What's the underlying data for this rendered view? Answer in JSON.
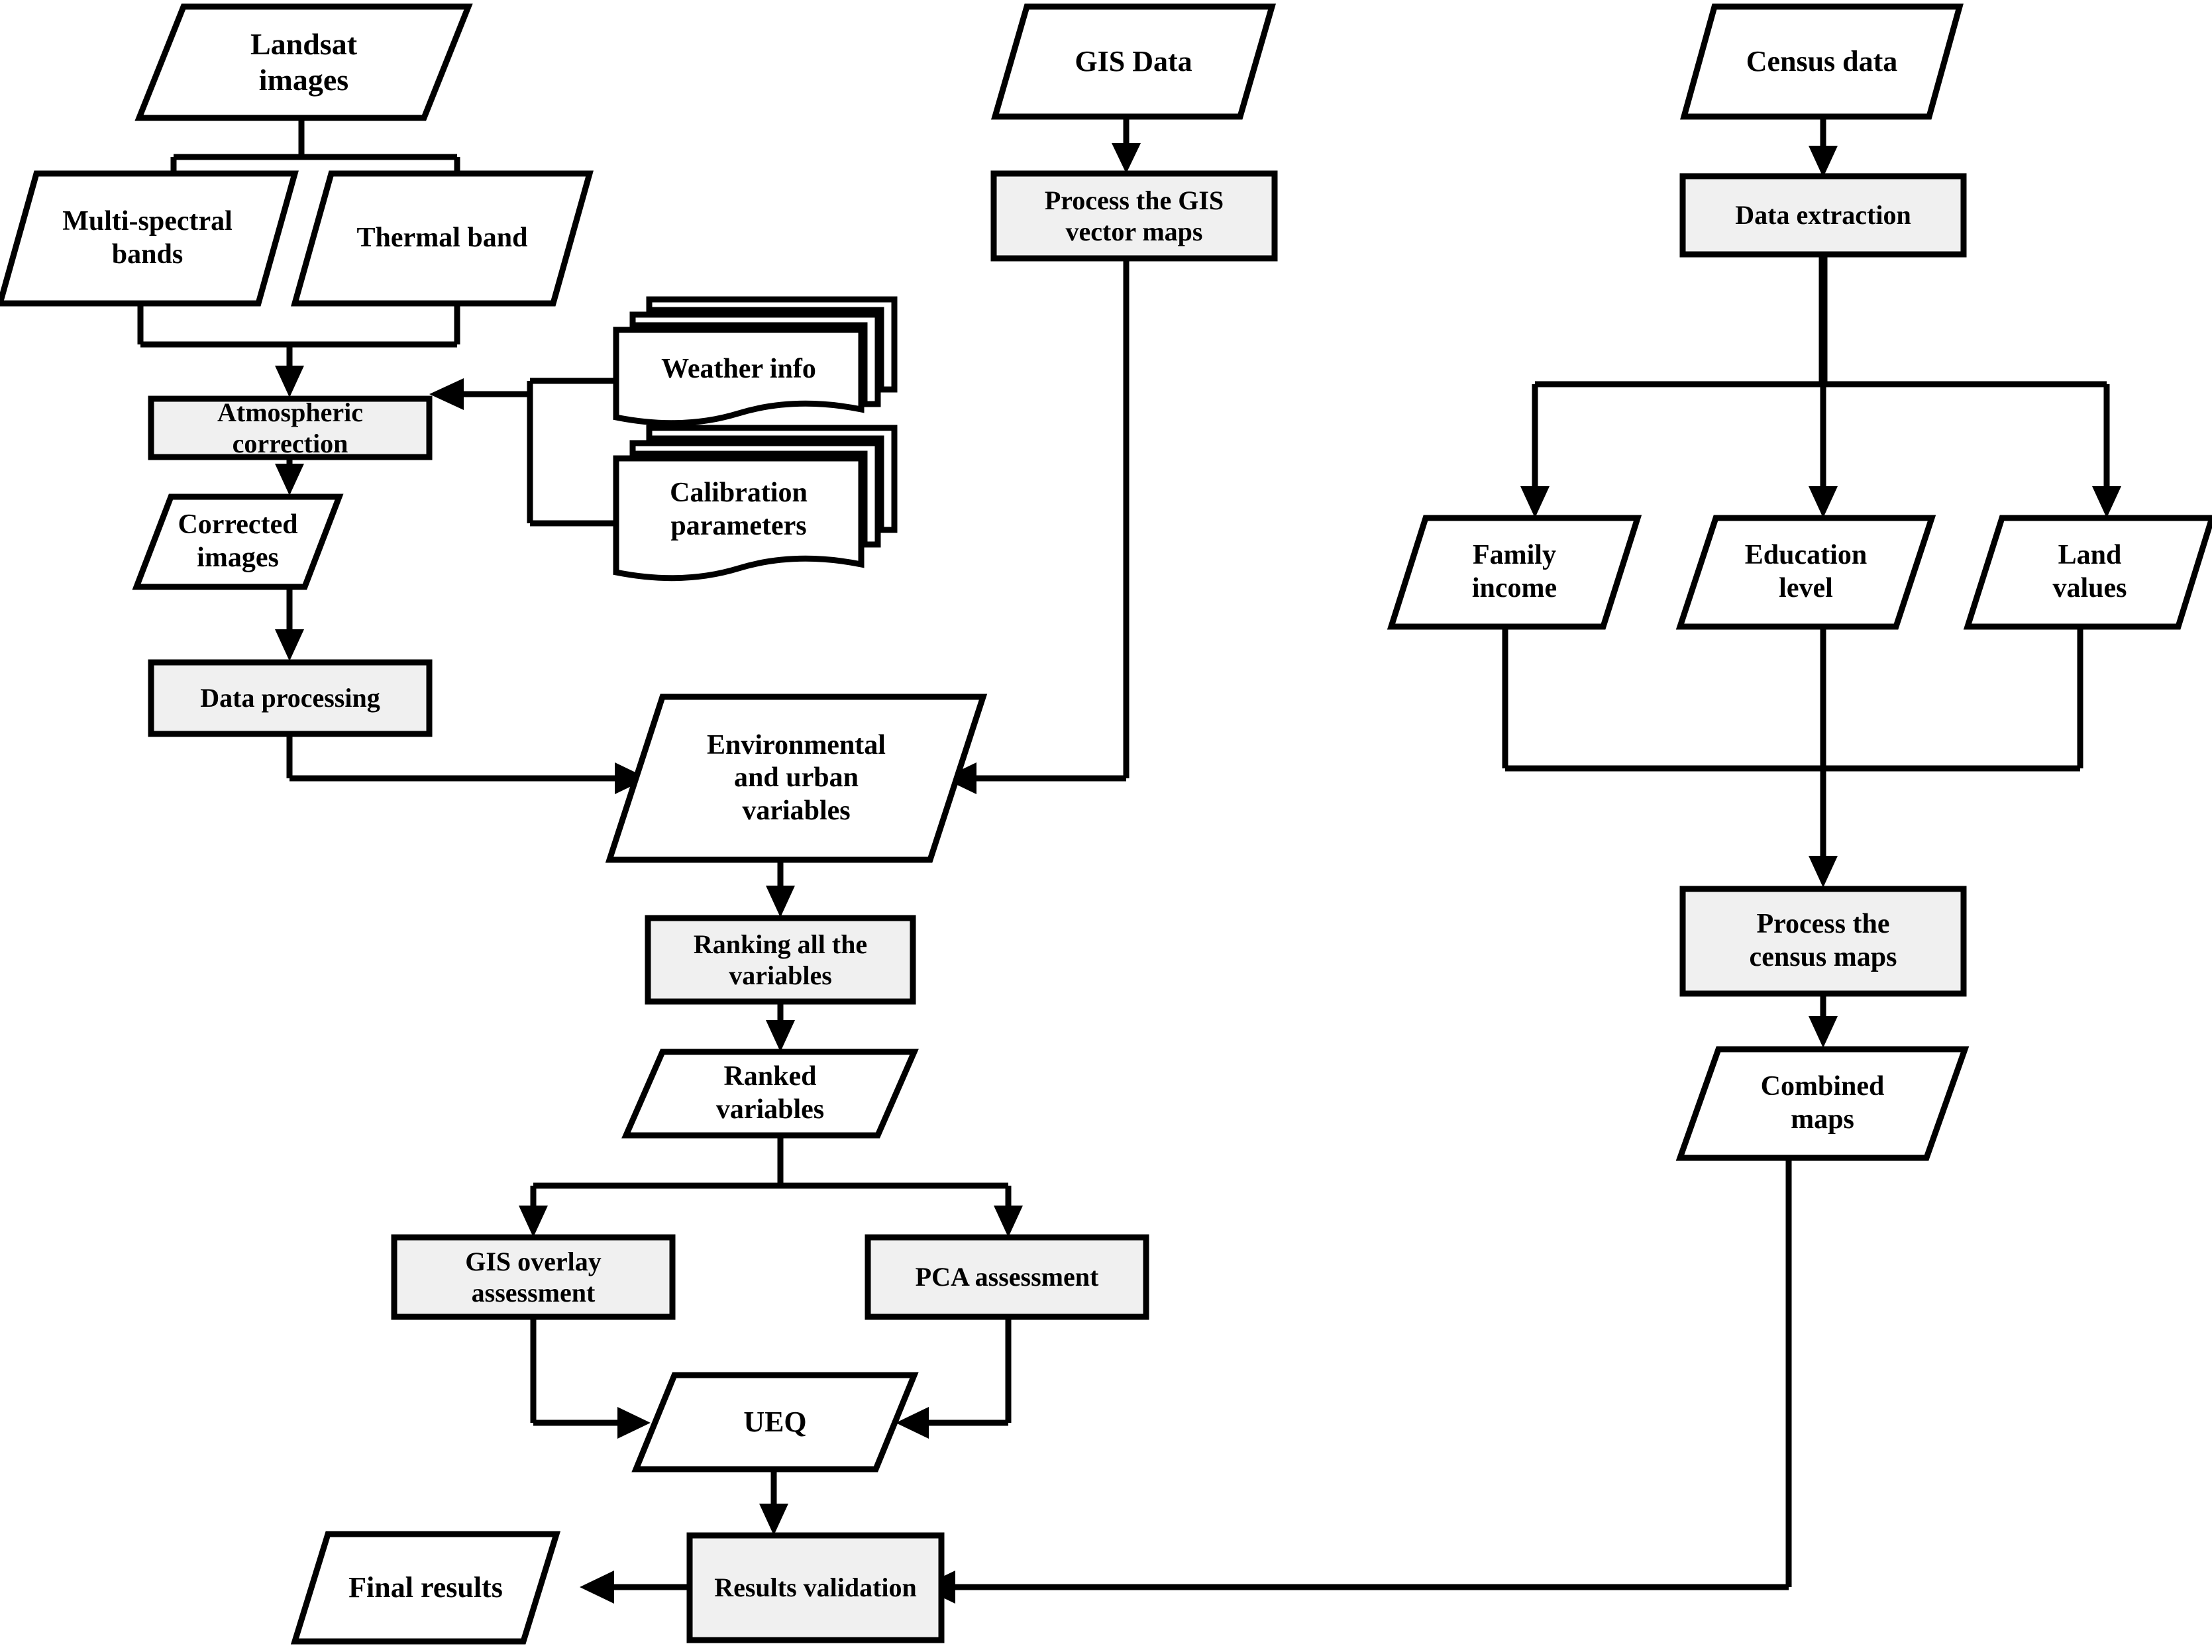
{
  "diagram": {
    "title": "Urban environmental quality assessment workflow",
    "fill_process": "#f0f0f0",
    "fill_data": "#ffffff",
    "stroke": "#000000"
  },
  "nodes": {
    "landsat_images": "Landsat\nimages",
    "multi_spectral_bands": "Multi-spectral\nbands",
    "thermal_band": "Thermal band",
    "atmospheric_correction": "Atmospheric\ncorrection",
    "weather_info": "Weather info",
    "calibration_parameters": "Calibration\nparameters",
    "corrected_images": "Corrected\nimages",
    "data_processing": "Data processing",
    "gis_data": "GIS Data",
    "process_gis_vector_maps": "Process the GIS\nvector maps",
    "census_data": "Census data",
    "data_extraction": "Data extraction",
    "family_income": "Family\nincome",
    "education_level": "Education\nlevel",
    "land_values": "Land\nvalues",
    "process_census_maps": "Process the\ncensus maps",
    "combined_maps": "Combined\nmaps",
    "environmental_and_urban_variables": "Environmental\nand urban\nvariables",
    "ranking_all_the_variables": "Ranking all the\nvariables",
    "ranked_variables": "Ranked\nvariables",
    "gis_overlay_assessment": "GIS overlay\nassessment",
    "pca_assessment": "PCA assessment",
    "ueq": "UEQ",
    "results_validation": "Results validation",
    "final_results": "Final results"
  },
  "node_types": {
    "landsat_images": "data-parallelogram",
    "multi_spectral_bands": "data-parallelogram",
    "thermal_band": "data-parallelogram",
    "atmospheric_correction": "process-rectangle",
    "weather_info": "multi-document",
    "calibration_parameters": "multi-document",
    "corrected_images": "data-parallelogram",
    "data_processing": "process-rectangle",
    "gis_data": "data-parallelogram",
    "process_gis_vector_maps": "process-rectangle",
    "census_data": "data-parallelogram",
    "data_extraction": "process-rectangle",
    "family_income": "data-parallelogram",
    "education_level": "data-parallelogram",
    "land_values": "data-parallelogram",
    "process_census_maps": "process-rectangle",
    "combined_maps": "data-parallelogram",
    "environmental_and_urban_variables": "data-parallelogram",
    "ranking_all_the_variables": "process-rectangle",
    "ranked_variables": "data-parallelogram",
    "gis_overlay_assessment": "process-rectangle",
    "pca_assessment": "process-rectangle",
    "ueq": "data-parallelogram",
    "results_validation": "process-rectangle",
    "final_results": "data-parallelogram"
  },
  "edges": [
    {
      "from": "landsat_images",
      "to": "multi_spectral_bands"
    },
    {
      "from": "landsat_images",
      "to": "thermal_band"
    },
    {
      "from": "multi_spectral_bands",
      "to": "atmospheric_correction"
    },
    {
      "from": "thermal_band",
      "to": "atmospheric_correction"
    },
    {
      "from": "weather_info",
      "to": "atmospheric_correction"
    },
    {
      "from": "calibration_parameters",
      "to": "atmospheric_correction"
    },
    {
      "from": "atmospheric_correction",
      "to": "corrected_images"
    },
    {
      "from": "corrected_images",
      "to": "data_processing"
    },
    {
      "from": "data_processing",
      "to": "environmental_and_urban_variables"
    },
    {
      "from": "gis_data",
      "to": "process_gis_vector_maps"
    },
    {
      "from": "process_gis_vector_maps",
      "to": "environmental_and_urban_variables"
    },
    {
      "from": "environmental_and_urban_variables",
      "to": "ranking_all_the_variables"
    },
    {
      "from": "ranking_all_the_variables",
      "to": "ranked_variables"
    },
    {
      "from": "ranked_variables",
      "to": "gis_overlay_assessment"
    },
    {
      "from": "ranked_variables",
      "to": "pca_assessment"
    },
    {
      "from": "gis_overlay_assessment",
      "to": "ueq"
    },
    {
      "from": "pca_assessment",
      "to": "ueq"
    },
    {
      "from": "ueq",
      "to": "results_validation"
    },
    {
      "from": "results_validation",
      "to": "final_results"
    },
    {
      "from": "census_data",
      "to": "data_extraction"
    },
    {
      "from": "data_extraction",
      "to": "family_income"
    },
    {
      "from": "data_extraction",
      "to": "education_level"
    },
    {
      "from": "data_extraction",
      "to": "land_values"
    },
    {
      "from": "family_income",
      "to": "process_census_maps"
    },
    {
      "from": "education_level",
      "to": "process_census_maps"
    },
    {
      "from": "land_values",
      "to": "process_census_maps"
    },
    {
      "from": "process_census_maps",
      "to": "combined_maps"
    },
    {
      "from": "combined_maps",
      "to": "results_validation"
    }
  ]
}
